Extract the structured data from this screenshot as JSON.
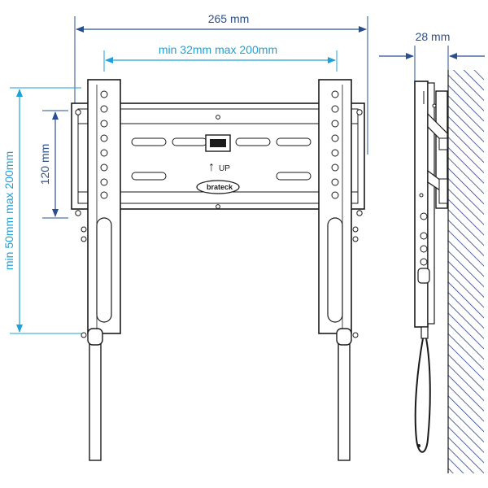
{
  "dimensions": {
    "overall_width": "265 mm",
    "horizontal_vesa": "min 32mm max 200mm",
    "wall_depth": "28 mm",
    "rail_spacing": "120 mm",
    "vertical_vesa": "min 50mm max 200mm"
  },
  "labels": {
    "up_arrow": "↑",
    "up_text": "UP",
    "brand": "brateck"
  },
  "colors": {
    "dimension_dark": "#2a4f8f",
    "dimension_cyan": "#1ea0d8",
    "line": "#1a1a1a",
    "wall_hatch": "#2a3f8f"
  },
  "icons": [
    "up-arrow-icon",
    "brand-logo-icon",
    "screw-icon",
    "safety-cable-icon"
  ]
}
